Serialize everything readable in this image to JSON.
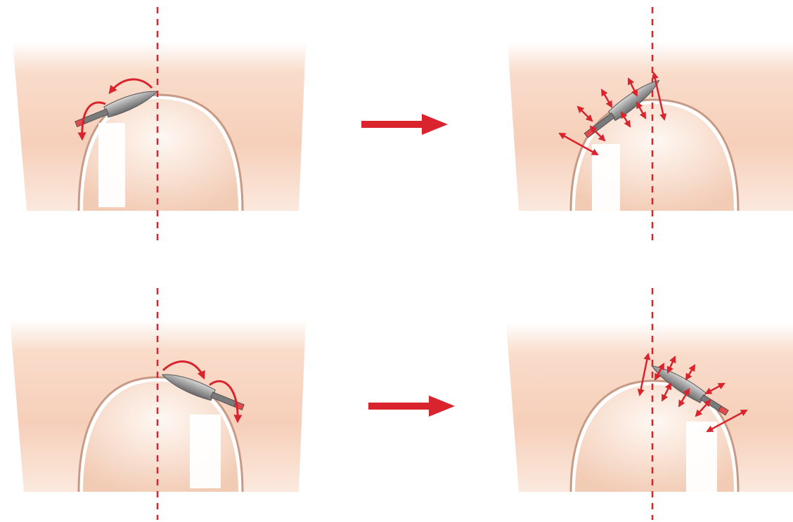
{
  "colors": {
    "accent": "#d9232d",
    "tissue": "#f7d2bd",
    "tissue_light": "#fbe6d8",
    "gap": "#ffffff",
    "bur_body": "#9a9a9a",
    "bur_shank": "#6c6c6c",
    "bur_band": "#e04a4a"
  },
  "panels": [
    {
      "id": "top-left",
      "bur": "tilted-left",
      "motion": "rotation-arcs"
    },
    {
      "id": "top-right",
      "bur": "tilted-left",
      "motion": "perpendicular-arrows"
    },
    {
      "id": "bottom-left",
      "bur": "tilted-right",
      "motion": "rotation-arcs"
    },
    {
      "id": "bottom-right",
      "bur": "tilted-right",
      "motion": "perpendicular-arrows"
    }
  ],
  "icons": {
    "bur": "diamond-bur-icon",
    "arrow": "red-arrow-icon",
    "midline": "dashed-midline"
  }
}
